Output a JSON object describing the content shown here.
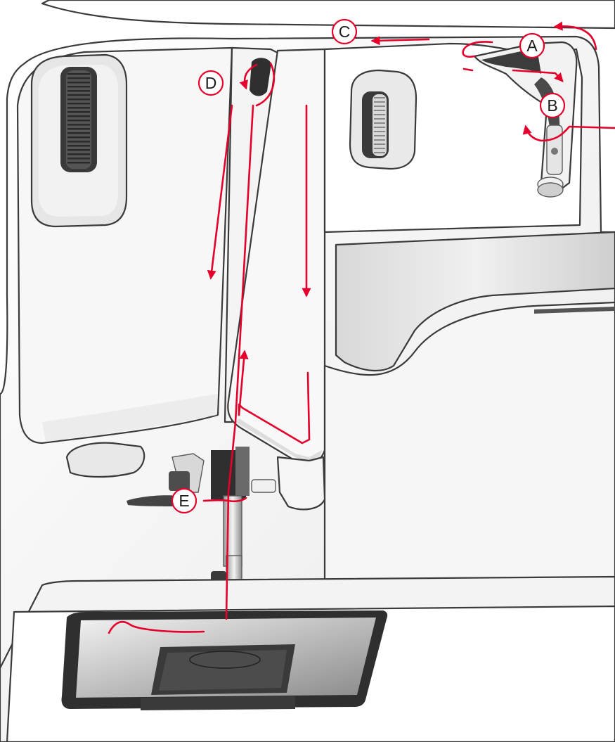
{
  "colors": {
    "thread": "#e4002b",
    "body": "#f6f6f6",
    "shade": "#dcdcdc",
    "dark": "#2f2f2f",
    "outline": "#3a3a3a"
  },
  "markers": [
    {
      "id": "A",
      "label": "A"
    },
    {
      "id": "B",
      "label": "B"
    },
    {
      "id": "C",
      "label": "C"
    },
    {
      "id": "D",
      "label": "D"
    },
    {
      "id": "E",
      "label": "E"
    }
  ]
}
